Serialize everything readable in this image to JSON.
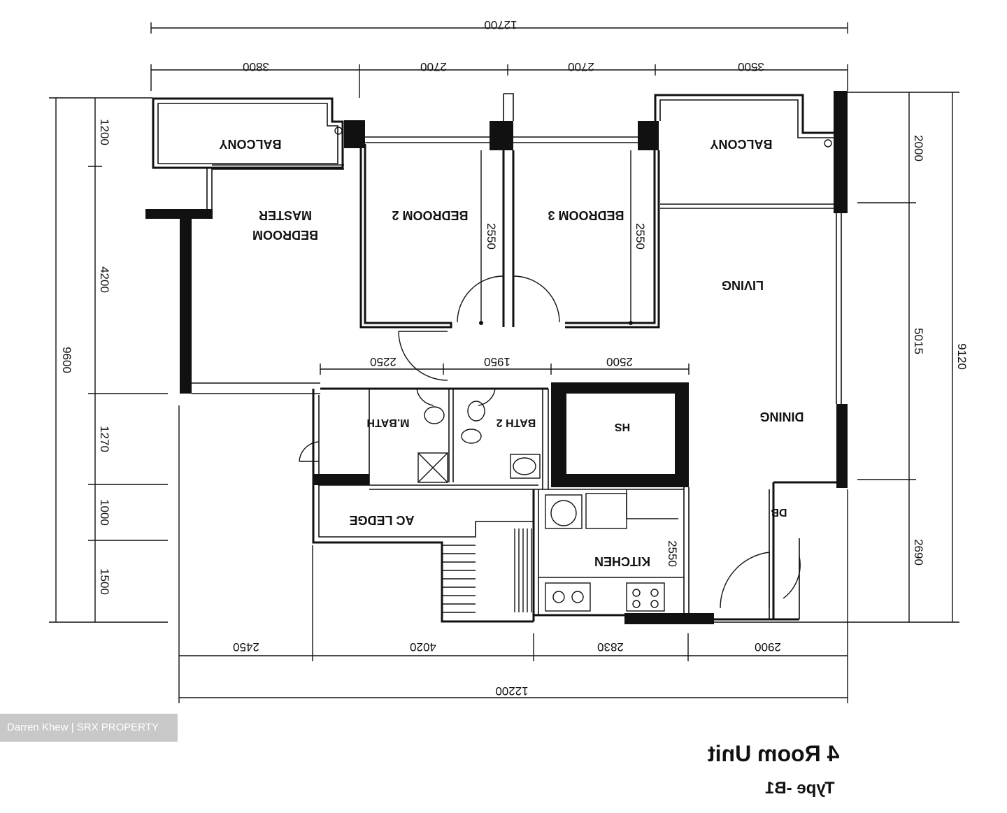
{
  "title": "4 Room Unit",
  "subtitle": "Type -B1",
  "watermark": "Darren Khew | SRX PROPERTY",
  "rooms": {
    "balcony_left": "BALCONY",
    "balcony_right": "BALCONY",
    "master_bedroom_line1": "MASTER",
    "master_bedroom_line2": "BEDROOM",
    "bedroom2": "BEDROOM 2",
    "bedroom3": "BEDROOM 3",
    "living": "LIVING",
    "dining": "DINING",
    "m_bath": "M.BATH",
    "bath2": "BATH 2",
    "hs": "HS",
    "ac_ledge": "AC LEDGE",
    "kitchen": "KITCHEN",
    "db": "DB"
  },
  "dimensions": {
    "top_total": "12700",
    "top_1": "3800",
    "top_2": "2700",
    "top_3": "2700",
    "top_4": "3500",
    "bottom_total": "12200",
    "bottom_1": "2450",
    "bottom_2": "4020",
    "bottom_3": "2830",
    "bottom_4": "2900",
    "left_total": "9600",
    "left_1": "1200",
    "left_2": "4200",
    "left_3": "1270",
    "left_4": "1000",
    "left_5": "1500",
    "right_total": "9120",
    "right_1": "2000",
    "right_2": "5015",
    "right_3": "2690",
    "bath_1": "2250",
    "bath_2": "1950",
    "bath_3": "2500",
    "bed2_height": "2550",
    "bed3_height": "2550",
    "kitchen_height": "2550"
  }
}
